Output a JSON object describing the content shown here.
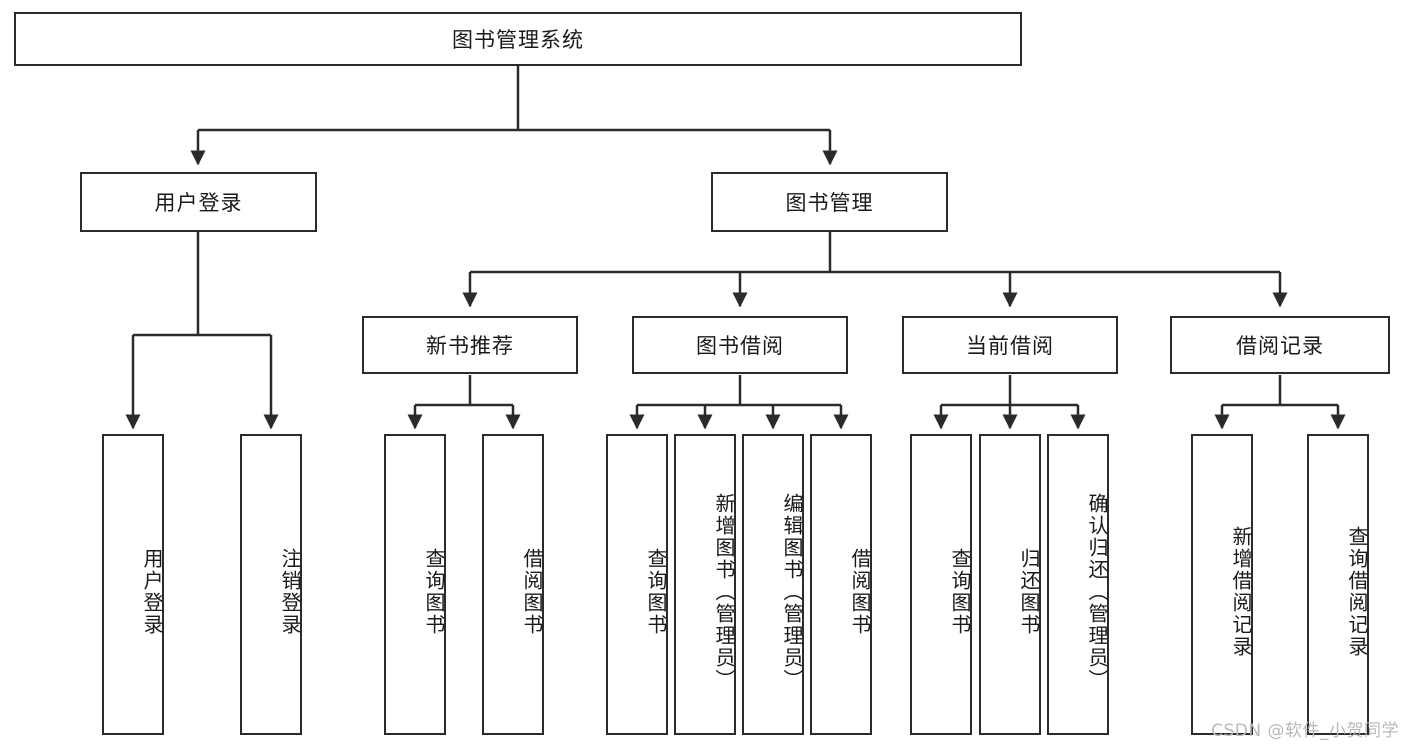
{
  "diagram": {
    "title": "图书管理系统",
    "type": "hierarchy-tree",
    "root": {
      "label": "图书管理系统",
      "orientation": "horizontal"
    },
    "level2": [
      {
        "label": "用户登录",
        "orientation": "horizontal"
      },
      {
        "label": "图书管理",
        "orientation": "horizontal"
      }
    ],
    "level3": [
      {
        "label": "新书推荐",
        "orientation": "horizontal",
        "parent": "图书管理"
      },
      {
        "label": "图书借阅",
        "orientation": "horizontal",
        "parent": "图书管理"
      },
      {
        "label": "当前借阅",
        "orientation": "horizontal",
        "parent": "图书管理"
      },
      {
        "label": "借阅记录",
        "orientation": "horizontal",
        "parent": "图书管理"
      }
    ],
    "leaves": [
      {
        "label": "用户登录",
        "orientation": "vertical",
        "parent": "用户登录"
      },
      {
        "label": "注销登录",
        "orientation": "vertical",
        "parent": "用户登录"
      },
      {
        "label": "查询图书",
        "orientation": "vertical",
        "parent": "新书推荐"
      },
      {
        "label": "借阅图书",
        "orientation": "vertical",
        "parent": "新书推荐"
      },
      {
        "label": "查询图书",
        "orientation": "vertical",
        "parent": "图书借阅"
      },
      {
        "label": "新增图书（管理员）",
        "orientation": "vertical",
        "parent": "图书借阅"
      },
      {
        "label": "编辑图书（管理员）",
        "orientation": "vertical",
        "parent": "图书借阅"
      },
      {
        "label": "借阅图书",
        "orientation": "vertical",
        "parent": "图书借阅"
      },
      {
        "label": "查询图书",
        "orientation": "vertical",
        "parent": "当前借阅"
      },
      {
        "label": "归还图书",
        "orientation": "vertical",
        "parent": "当前借阅"
      },
      {
        "label": "确认归还（管理员）",
        "orientation": "vertical",
        "parent": "当前借阅"
      },
      {
        "label": "新增借阅记录",
        "orientation": "vertical",
        "parent": "借阅记录"
      },
      {
        "label": "查询借阅记录",
        "orientation": "vertical",
        "parent": "借阅记录"
      }
    ],
    "colors": {
      "stroke": "#2b2b2b",
      "fill": "#ffffff",
      "text": "#1a1a1a",
      "watermark": "#b9b9b9"
    }
  },
  "watermark": {
    "text": "CSDN @软件_小贺同学"
  }
}
